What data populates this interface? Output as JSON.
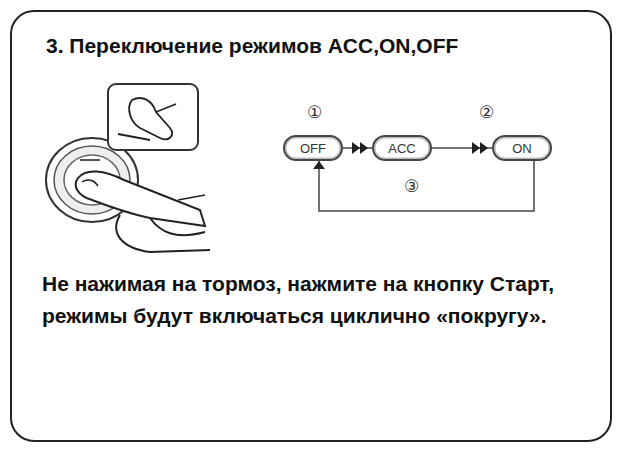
{
  "diagram": {
    "title": "3. Переключение режимов ACC,ON,OFF",
    "caption": "Не нажимая на тормоз, нажмите на кнопку Старт, режимы будут включаться циклично «покругу».",
    "nodes": [
      {
        "text": [
          "OFF"
        ]
      },
      {
        "text": [
          "ACC"
        ]
      },
      {
        "text": [
          "ON"
        ]
      }
    ],
    "edges": [
      {
        "from": 0,
        "to": 1,
        "arrow": "to"
      },
      {
        "from": 1,
        "to": 2,
        "arrow": "to"
      },
      {
        "from": 2,
        "to": 0,
        "arrow": "to"
      }
    ],
    "labels": [
      "①",
      "②",
      "③"
    ]
  }
}
